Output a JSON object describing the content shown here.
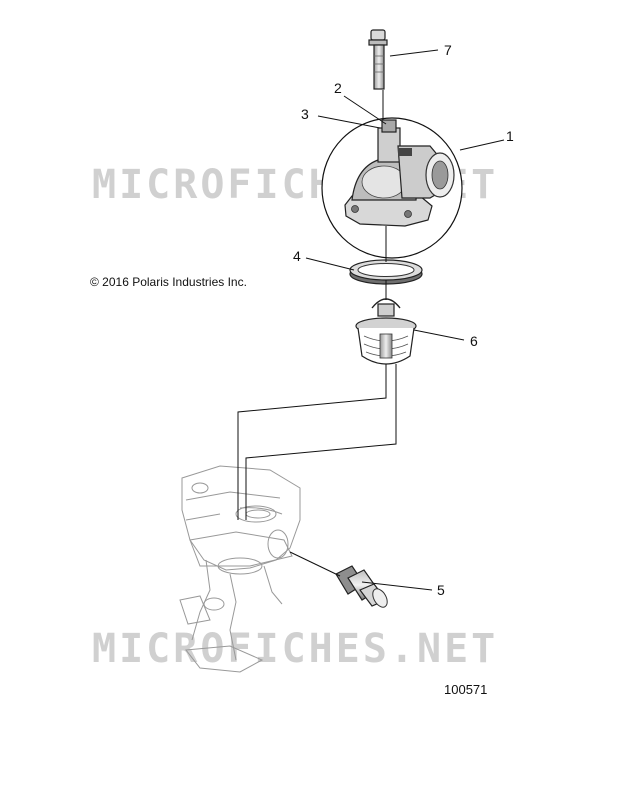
{
  "watermark": {
    "text": "MICROFICHES.NET",
    "color": "#d0d0d0"
  },
  "copyright": "© 2016 Polaris Industries Inc.",
  "figure_number": "100571",
  "callouts": [
    {
      "id": "1",
      "label": "1"
    },
    {
      "id": "2",
      "label": "2"
    },
    {
      "id": "3",
      "label": "3"
    },
    {
      "id": "4",
      "label": "4"
    },
    {
      "id": "5",
      "label": "5"
    },
    {
      "id": "6",
      "label": "6"
    },
    {
      "id": "7",
      "label": "7"
    }
  ],
  "colors": {
    "line": "#111111",
    "part_fill": "#e6e6e6",
    "part_dark": "#8a8a8a",
    "ghost": "#9a9a9a"
  }
}
